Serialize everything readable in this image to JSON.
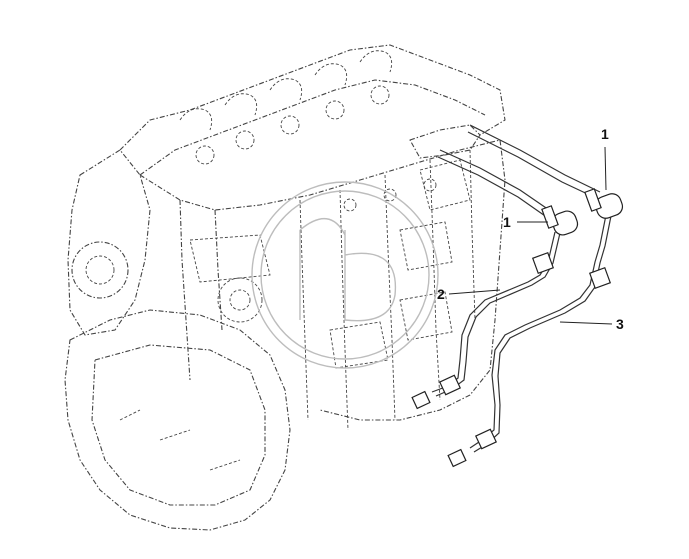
{
  "callouts": {
    "c1_top": "1",
    "c1_mid": "1",
    "c2": "2",
    "c3": "3"
  },
  "colors": {
    "line": "#333333",
    "watermark": "#bdbdbd",
    "background": "#ffffff"
  },
  "watermark": {
    "shape": "circle-logo-watermark"
  }
}
